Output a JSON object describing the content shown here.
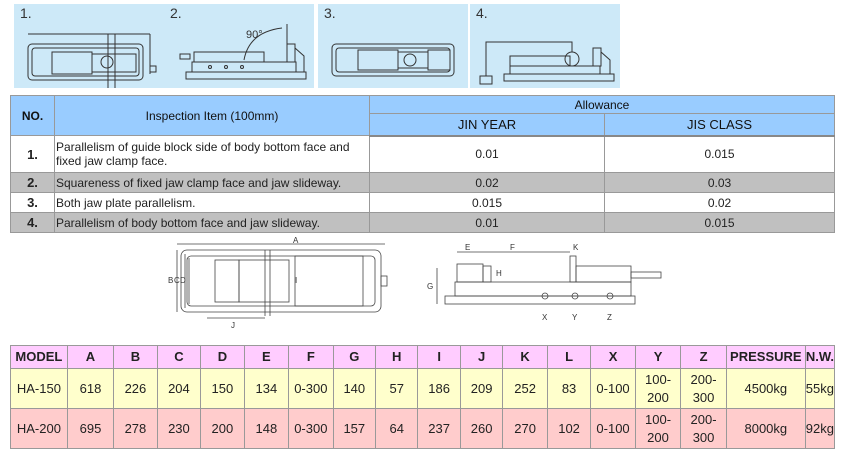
{
  "steps": [
    "1.",
    "2.",
    "3.",
    "4."
  ],
  "step2_angle": "90°",
  "inspection": {
    "headers": {
      "no": "NO.",
      "item": "Inspection Item (100mm)",
      "allowance": "Allowance",
      "jin": "JIN YEAR",
      "jis": "JIS CLASS"
    },
    "rows": [
      {
        "no": "1.",
        "item": "Parallelism of guide block side of body bottom face and fixed jaw clamp face.",
        "jin": "0.01",
        "jis": "0.015"
      },
      {
        "no": "2.",
        "item": "Squareness of fixed jaw clamp face and jaw slideway.",
        "jin": "0.02",
        "jis": "0.03"
      },
      {
        "no": "3.",
        "item": "Both jaw plate parallelism.",
        "jin": "0.015",
        "jis": "0.02"
      },
      {
        "no": "4.",
        "item": "Parallelism of body bottom face and jaw slideway.",
        "jin": "0.01",
        "jis": "0.015"
      }
    ]
  },
  "diagram_labels": {
    "top": [
      "A",
      "B",
      "C",
      "D",
      "I",
      "J"
    ],
    "side": [
      "E",
      "F",
      "K",
      "H",
      "G",
      "X",
      "Y",
      "Z"
    ]
  },
  "specs": {
    "headers": [
      "MODEL",
      "A",
      "B",
      "C",
      "D",
      "E",
      "F",
      "G",
      "H",
      "I",
      "J",
      "K",
      "L",
      "X",
      "Y",
      "Z",
      "PRESSURE",
      "N.W."
    ],
    "rows": [
      [
        "HA-150",
        "618",
        "226",
        "204",
        "150",
        "134",
        "0-300",
        "140",
        "57",
        "186",
        "209",
        "252",
        "83",
        "0-100",
        "100-200",
        "200-300",
        "4500kg",
        "55kg"
      ],
      [
        "HA-200",
        "695",
        "278",
        "230",
        "200",
        "148",
        "0-300",
        "157",
        "64",
        "237",
        "260",
        "270",
        "102",
        "0-100",
        "100-200",
        "200-300",
        "8000kg",
        "92kg"
      ]
    ]
  }
}
